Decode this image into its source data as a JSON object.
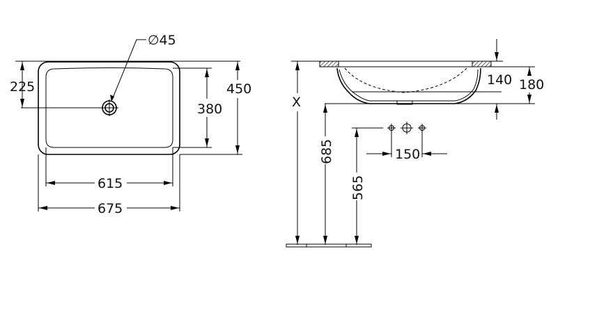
{
  "colors": {
    "line": "#000000",
    "hatch": "#000000",
    "background": "#ffffff"
  },
  "top_view": {
    "drain_diameter": "∅45",
    "depth_outer": "450",
    "depth_inner": "380",
    "center_offset": "225",
    "width_inner": "615",
    "width_outer": "675"
  },
  "side_view": {
    "mount_height_label": "X",
    "rim_height": "685",
    "drain_height": "565",
    "bowl_depth": "140",
    "overall_depth": "180",
    "tap_spacing": "150"
  }
}
